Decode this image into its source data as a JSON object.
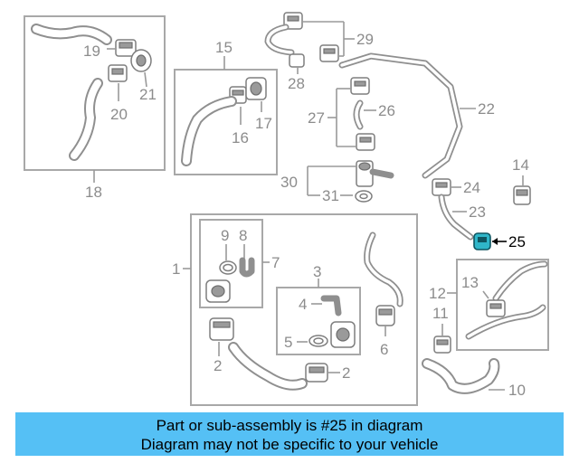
{
  "diagram": {
    "callouts": {
      "c1": "1",
      "c2a": "2",
      "c2b": "2",
      "c3": "3",
      "c4": "4",
      "c5": "5",
      "c6": "6",
      "c7": "7",
      "c8": "8",
      "c9": "9",
      "c10": "10",
      "c11": "11",
      "c12": "12",
      "c13": "13",
      "c14": "14",
      "c15": "15",
      "c16": "16",
      "c17": "17",
      "c18": "18",
      "c19": "19",
      "c20": "20",
      "c21": "21",
      "c22": "22",
      "c23": "23",
      "c24": "24",
      "c25": "25",
      "c26": "26",
      "c27": "27",
      "c28": "28",
      "c29": "29",
      "c30": "30",
      "c31": "31"
    },
    "highlight_color": "#2fb6c9",
    "highlighted_part": "25"
  },
  "banner": {
    "line1": "Part or sub-assembly is #25 in diagram",
    "line2": "Diagram may not be specific to your vehicle",
    "background": "#55c0f5"
  }
}
